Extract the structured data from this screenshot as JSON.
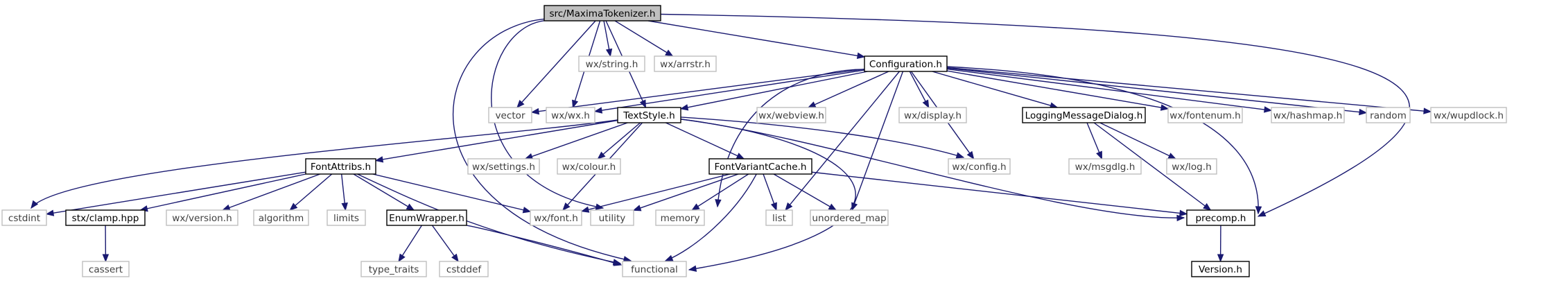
{
  "colors": {
    "edge": "#191970",
    "root_fill": "#bfbfbf",
    "root_border": "#000000",
    "node_border": "#000000",
    "external_border": "#bfbfbf",
    "label": "#000000",
    "external_label": "#3f3f3f"
  },
  "nodes": [
    {
      "id": "root",
      "label": "src/MaximaTokenizer.h",
      "kind": "root"
    },
    {
      "id": "string",
      "label": "wx/string.h",
      "kind": "external"
    },
    {
      "id": "arrstr",
      "label": "wx/arrstr.h",
      "kind": "external"
    },
    {
      "id": "config",
      "label": "Configuration.h",
      "kind": "local"
    },
    {
      "id": "vector",
      "label": "vector",
      "kind": "external"
    },
    {
      "id": "wxwx",
      "label": "wx/wx.h",
      "kind": "external"
    },
    {
      "id": "textstyle",
      "label": "TextStyle.h",
      "kind": "local"
    },
    {
      "id": "webview",
      "label": "wx/webview.h",
      "kind": "external"
    },
    {
      "id": "display",
      "label": "wx/display.h",
      "kind": "external"
    },
    {
      "id": "logging",
      "label": "LoggingMessageDialog.h",
      "kind": "local"
    },
    {
      "id": "fontenum",
      "label": "wx/fontenum.h",
      "kind": "external"
    },
    {
      "id": "hashmap",
      "label": "wx/hashmap.h",
      "kind": "external"
    },
    {
      "id": "random",
      "label": "random",
      "kind": "external"
    },
    {
      "id": "wupdlock",
      "label": "wx/wupdlock.h",
      "kind": "external"
    },
    {
      "id": "fontattribs",
      "label": "FontAttribs.h",
      "kind": "local"
    },
    {
      "id": "settings",
      "label": "wx/settings.h",
      "kind": "external"
    },
    {
      "id": "colour",
      "label": "wx/colour.h",
      "kind": "external"
    },
    {
      "id": "fvcache",
      "label": "FontVariantCache.h",
      "kind": "local"
    },
    {
      "id": "wxconfig",
      "label": "wx/config.h",
      "kind": "external"
    },
    {
      "id": "msgdlg",
      "label": "wx/msgdlg.h",
      "kind": "external"
    },
    {
      "id": "log",
      "label": "wx/log.h",
      "kind": "external"
    },
    {
      "id": "cstdint",
      "label": "cstdint",
      "kind": "external"
    },
    {
      "id": "clamp",
      "label": "stx/clamp.hpp",
      "kind": "local"
    },
    {
      "id": "version",
      "label": "wx/version.h",
      "kind": "external"
    },
    {
      "id": "algorithm",
      "label": "algorithm",
      "kind": "external"
    },
    {
      "id": "limits",
      "label": "limits",
      "kind": "external"
    },
    {
      "id": "enumwrapper",
      "label": "EnumWrapper.h",
      "kind": "local"
    },
    {
      "id": "font",
      "label": "wx/font.h",
      "kind": "external"
    },
    {
      "id": "utility",
      "label": "utility",
      "kind": "external"
    },
    {
      "id": "memory",
      "label": "memory",
      "kind": "external"
    },
    {
      "id": "list",
      "label": "list",
      "kind": "external"
    },
    {
      "id": "umap",
      "label": "unordered_map",
      "kind": "external"
    },
    {
      "id": "precomp",
      "label": "precomp.h",
      "kind": "local"
    },
    {
      "id": "cassert",
      "label": "cassert",
      "kind": "external"
    },
    {
      "id": "typetraits",
      "label": "type_traits",
      "kind": "external"
    },
    {
      "id": "cstddef",
      "label": "cstddef",
      "kind": "external"
    },
    {
      "id": "functional",
      "label": "functional",
      "kind": "external"
    },
    {
      "id": "versionh",
      "label": "Version.h",
      "kind": "local"
    }
  ],
  "edges": [
    {
      "from": "root",
      "to": "string"
    },
    {
      "from": "root",
      "to": "arrstr"
    },
    {
      "from": "root",
      "to": "config"
    },
    {
      "from": "root",
      "to": "vector"
    },
    {
      "from": "root",
      "to": "wxwx"
    },
    {
      "from": "root",
      "to": "textstyle"
    },
    {
      "from": "root",
      "to": "utility"
    },
    {
      "from": "root",
      "to": "functional"
    },
    {
      "from": "root",
      "to": "precomp"
    },
    {
      "from": "config",
      "to": "vector"
    },
    {
      "from": "config",
      "to": "wxwx"
    },
    {
      "from": "config",
      "to": "textstyle"
    },
    {
      "from": "config",
      "to": "webview"
    },
    {
      "from": "config",
      "to": "display"
    },
    {
      "from": "config",
      "to": "wxconfig"
    },
    {
      "from": "config",
      "to": "logging"
    },
    {
      "from": "config",
      "to": "fontenum"
    },
    {
      "from": "config",
      "to": "hashmap"
    },
    {
      "from": "config",
      "to": "random"
    },
    {
      "from": "config",
      "to": "wupdlock"
    },
    {
      "from": "config",
      "to": "memory"
    },
    {
      "from": "config",
      "to": "list"
    },
    {
      "from": "config",
      "to": "umap"
    },
    {
      "from": "config",
      "to": "precomp"
    },
    {
      "from": "textstyle",
      "to": "fontattribs"
    },
    {
      "from": "textstyle",
      "to": "settings"
    },
    {
      "from": "textstyle",
      "to": "colour"
    },
    {
      "from": "textstyle",
      "to": "fvcache"
    },
    {
      "from": "textstyle",
      "to": "wxconfig"
    },
    {
      "from": "textstyle",
      "to": "cstdint"
    },
    {
      "from": "textstyle",
      "to": "font"
    },
    {
      "from": "textstyle",
      "to": "functional"
    },
    {
      "from": "textstyle",
      "to": "precomp"
    },
    {
      "from": "logging",
      "to": "msgdlg"
    },
    {
      "from": "logging",
      "to": "log"
    },
    {
      "from": "logging",
      "to": "precomp"
    },
    {
      "from": "fontattribs",
      "to": "cstdint"
    },
    {
      "from": "fontattribs",
      "to": "clamp"
    },
    {
      "from": "fontattribs",
      "to": "version"
    },
    {
      "from": "fontattribs",
      "to": "algorithm"
    },
    {
      "from": "fontattribs",
      "to": "limits"
    },
    {
      "from": "fontattribs",
      "to": "enumwrapper"
    },
    {
      "from": "fontattribs",
      "to": "font"
    },
    {
      "from": "fontattribs",
      "to": "functional"
    },
    {
      "from": "fvcache",
      "to": "font"
    },
    {
      "from": "fvcache",
      "to": "utility"
    },
    {
      "from": "fvcache",
      "to": "memory"
    },
    {
      "from": "fvcache",
      "to": "list"
    },
    {
      "from": "fvcache",
      "to": "umap"
    },
    {
      "from": "fvcache",
      "to": "functional"
    },
    {
      "from": "fvcache",
      "to": "precomp"
    },
    {
      "from": "clamp",
      "to": "cassert"
    },
    {
      "from": "enumwrapper",
      "to": "typetraits"
    },
    {
      "from": "enumwrapper",
      "to": "cstddef"
    },
    {
      "from": "enumwrapper",
      "to": "functional"
    },
    {
      "from": "precomp",
      "to": "versionh"
    }
  ]
}
